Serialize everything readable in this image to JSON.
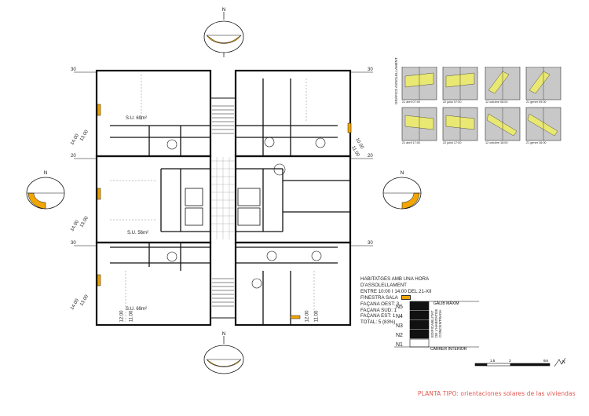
{
  "plan": {
    "su_labels": [
      "S.U. 69m²",
      "S.U. 56m²",
      "S.U. 69m²"
    ],
    "grid_marks": [
      "30",
      "20",
      "30",
      "30",
      "20",
      "30"
    ],
    "elevation_marks": [
      "14.00",
      "13.00",
      "14.00",
      "13.00",
      "14.00",
      "13.00",
      "10.00",
      "11.00",
      "12.00",
      "11.00",
      "12.00",
      "11.00"
    ]
  },
  "sun_study": {
    "title": "GRÀFICS ASSOLELLAMENT",
    "captions": [
      "21 abril 07:00",
      "22 juliol 07:00",
      "12 octubre 08:00",
      "21 gener 09:00",
      "21 abril 17:00",
      "22 juliol 17:00",
      "12 octubre 18:00",
      "21 gener 16:00"
    ]
  },
  "legend": {
    "line1": "HABITATGES AMB UNA HORA",
    "line2": "D'ASSOLELLAMENT",
    "line3": "ENTRE 10:00 I 14:00 DEL 21-XII",
    "window": "FINESTRA SALA",
    "west": "FAÇANA OEST: 3",
    "south": "FAÇANA SUD: 1",
    "east": "FAÇANA EST: 1",
    "total": "TOTAL: 5 (83%)"
  },
  "massing": {
    "levels": [
      "N5",
      "N4",
      "N3",
      "N2",
      "N1"
    ],
    "max": "GÀLIB MÀXIM",
    "built": "EDIFICABILITAT DE L'HABITATGE CONCENTRADA",
    "street": "CARRER INTERIOR"
  },
  "scale": {
    "labels": [
      "1.5",
      "3",
      "6m"
    ],
    "north": "N"
  },
  "compass": {
    "north": "N"
  },
  "caption": "PLANTA TIPO: orientaciones solares de las viviendas",
  "colors": {
    "accent": "#f0a500",
    "sun_panel": "#e9e872",
    "caption": "#e2564f"
  }
}
